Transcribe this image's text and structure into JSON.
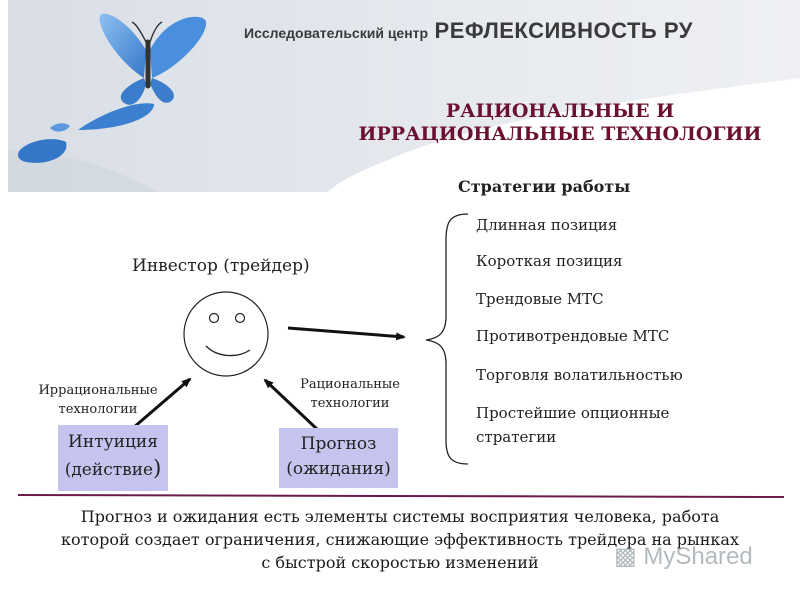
{
  "header": {
    "brand_prefix": "Исследовательский центр",
    "brand_name": "РЕФЛЕКСИВНОСТЬ РУ",
    "title_line1": "РАЦИОНАЛЬНЫЕ И",
    "title_line2": "ИРРАЦИОНАЛЬНЫЕ ТЕХНОЛОГИИ"
  },
  "diagram": {
    "investor_label": "Инвестор (трейдер)",
    "strategies_title": "Стратегии работы",
    "strategies": [
      "Длинная позиция",
      "Короткая позиция",
      "Трендовые МТС",
      "Противотрендовые МТС",
      "Торговля волатильностью",
      "Простейшие опционные",
      "стратегии"
    ],
    "irrational": {
      "label_line1": "Иррациональные",
      "label_line2": "технологии",
      "box_line1": "Интуиция",
      "box_line2": "(действие",
      "box_paren": ")"
    },
    "rational": {
      "label_line1": "Рациональные",
      "label_line2": "технологии",
      "box_line1": "Прогноз",
      "box_line2": "(ожидания)"
    }
  },
  "footer": {
    "line1": "Прогноз и ожидания есть элементы системы восприятия человека, работа",
    "line2": "которой создает ограничения, снижающие эффективность трейдера на рынках",
    "line3": "с быстрой скоростью изменений"
  },
  "watermark": {
    "text": "MyShared"
  },
  "colors": {
    "title": "#6b1030",
    "box_fill": "#c4c4ee",
    "divider": "#6b1a4a",
    "butterfly": "#4a90d9",
    "header_bg": "#e4e8ee"
  }
}
